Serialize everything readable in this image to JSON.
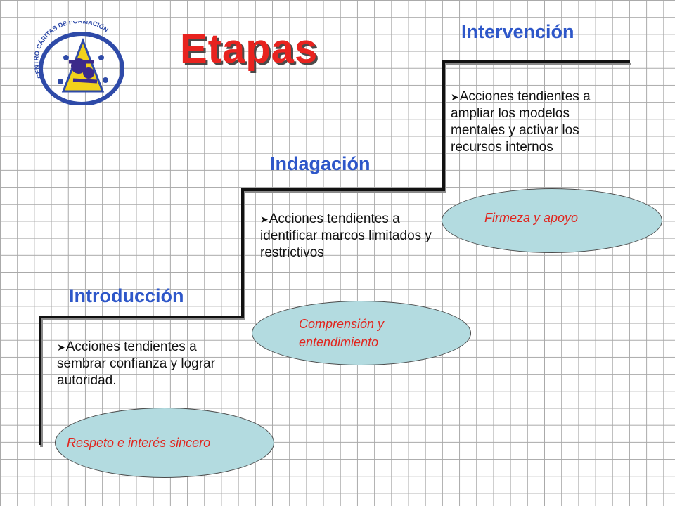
{
  "title": "Etapas",
  "logo": {
    "text": "CENTRO CÁRITAS DE FORMACIÓN",
    "colors": {
      "ring": "#2e4aa8",
      "fill": "#f2d21b",
      "figure": "#3b2a8a"
    }
  },
  "stages": [
    {
      "title": "Introducción",
      "bullet_icon": "arrow-bullet-icon",
      "description": "Acciones tendientes a sembrar confianza y lograr autoridad.",
      "quality": "Respeto e interés sincero"
    },
    {
      "title": "Indagación",
      "bullet_icon": "arrow-bullet-icon",
      "description": "Acciones tendientes a identificar marcos limitados y restrictivos",
      "quality": "Comprensión y entendimiento"
    },
    {
      "title": "Intervención",
      "bullet_icon": "arrow-bullet-icon",
      "description": "Acciones tendientes a ampliar los modelos mentales y activar los recursos internos",
      "quality": "Firmeza y apoyo"
    }
  ],
  "colors": {
    "title": "#e8231f",
    "stage_title": "#2e57c9",
    "oval_fill": "#b3dbe0",
    "oval_text": "#e0261f",
    "stairs": "#111111",
    "grid": "#a9a9a9"
  }
}
